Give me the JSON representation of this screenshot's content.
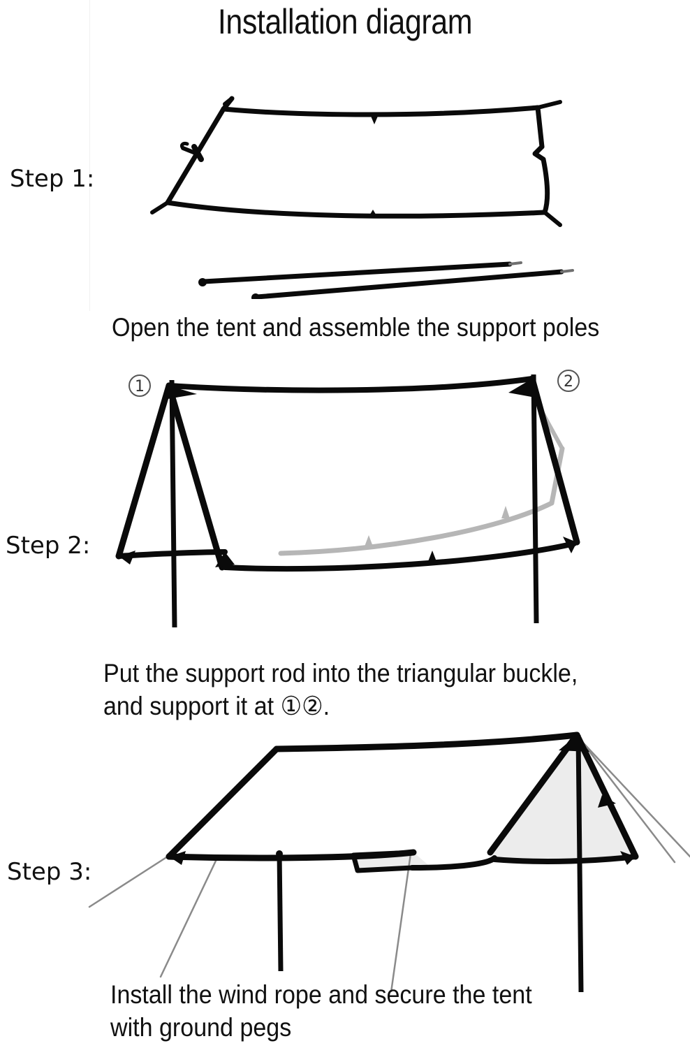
{
  "document": {
    "title": "Installation diagram"
  },
  "steps": [
    {
      "label": "Step 1:",
      "caption_lines": [
        "Open the tent and assemble the support poles"
      ],
      "figure_name": "flat-tarp-and-poles"
    },
    {
      "label": "Step 2:",
      "caption_lines": [
        "Put the support rod into the triangular buckle,",
        "and support it at ①②."
      ],
      "figure_name": "a-frame-tent-with-poles",
      "markers": [
        {
          "name": "marker-1",
          "glyph": "①"
        },
        {
          "name": "marker-2",
          "glyph": "②"
        }
      ]
    },
    {
      "label": "Step 3:",
      "caption_lines": [
        "Install the wind rope and secure the tent",
        "with ground pegs"
      ],
      "figure_name": "pitched-tent-with-guy-lines"
    }
  ],
  "colors": {
    "ink": "#111111",
    "line": "#0a0a0a",
    "shade_gray": "#ececec",
    "mid_gray": "#9a9a9a",
    "guy_line": "#8a8a8a",
    "background": "#ffffff"
  }
}
